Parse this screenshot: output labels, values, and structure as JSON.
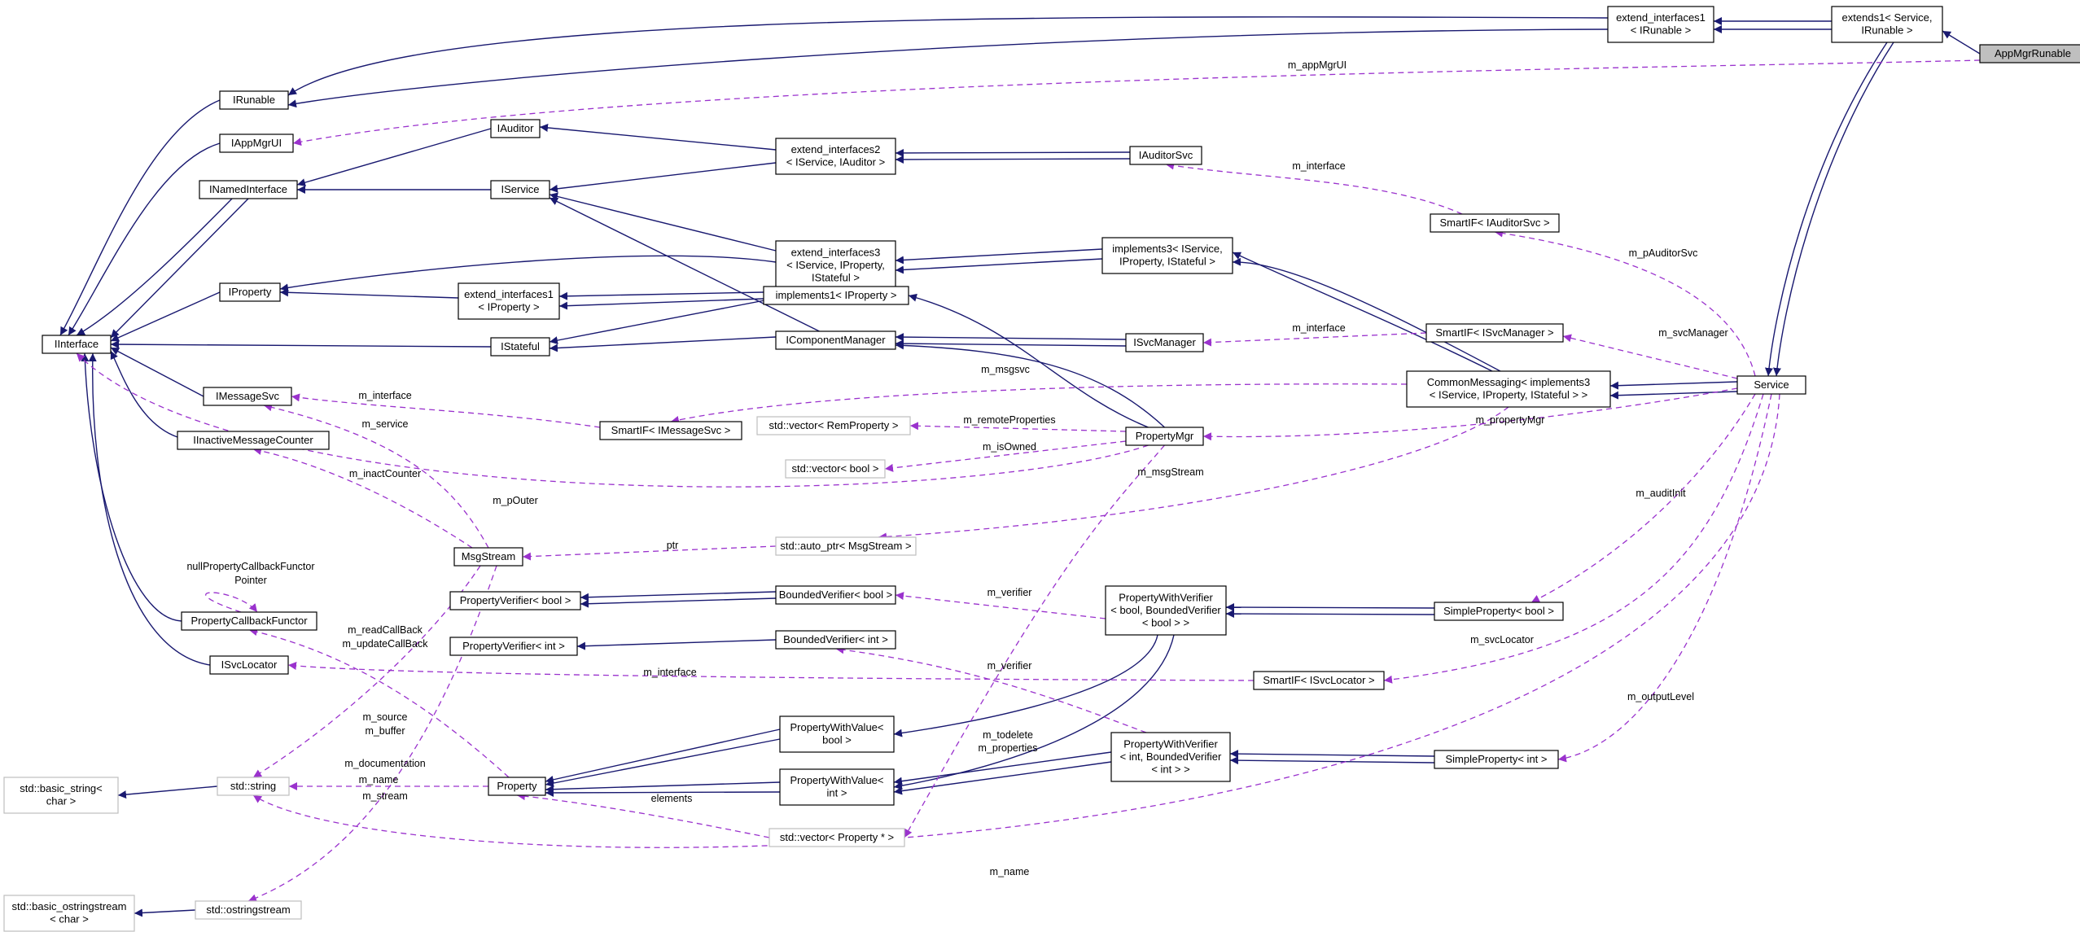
{
  "nodes": [
    {
      "id": "apprunable",
      "lines": [
        "AppMgrRunable"
      ],
      "hl": true
    },
    {
      "id": "ext1svc",
      "lines": [
        "extends1< Service,",
        "IRunable >"
      ]
    },
    {
      "id": "extif1run",
      "lines": [
        "extend_interfaces1",
        "< IRunable >"
      ]
    },
    {
      "id": "irunable",
      "lines": [
        "IRunable"
      ]
    },
    {
      "id": "iappmgrui",
      "lines": [
        "IAppMgrUI"
      ]
    },
    {
      "id": "iauditor",
      "lines": [
        "IAuditor"
      ]
    },
    {
      "id": "inamedif",
      "lines": [
        "INamedInterface"
      ]
    },
    {
      "id": "iservice",
      "lines": [
        "IService"
      ]
    },
    {
      "id": "extif2",
      "lines": [
        "extend_interfaces2",
        "< IService, IAuditor >"
      ]
    },
    {
      "id": "iauditorsvc",
      "lines": [
        "IAuditorSvc"
      ]
    },
    {
      "id": "sifauditor",
      "lines": [
        "SmartIF< IAuditorSvc >"
      ]
    },
    {
      "id": "extif3",
      "lines": [
        "extend_interfaces3",
        "< IService, IProperty,",
        "IStateful >"
      ]
    },
    {
      "id": "impl3",
      "lines": [
        "implements3< IService,",
        "IProperty, IStateful >"
      ]
    },
    {
      "id": "iproperty",
      "lines": [
        "IProperty"
      ]
    },
    {
      "id": "extif1prop",
      "lines": [
        "extend_interfaces1",
        "< IProperty >"
      ]
    },
    {
      "id": "impl1",
      "lines": [
        "implements1< IProperty >"
      ]
    },
    {
      "id": "iinterface",
      "lines": [
        "IInterface"
      ]
    },
    {
      "id": "istateful",
      "lines": [
        "IStateful"
      ]
    },
    {
      "id": "icompmgr",
      "lines": [
        "IComponentManager"
      ]
    },
    {
      "id": "isvcmgr",
      "lines": [
        "ISvcManager"
      ]
    },
    {
      "id": "sifsvcmgr",
      "lines": [
        "SmartIF< ISvcManager >"
      ]
    },
    {
      "id": "commsg",
      "lines": [
        "CommonMessaging< implements3",
        "< IService, IProperty, IStateful > >"
      ]
    },
    {
      "id": "service",
      "lines": [
        "Service"
      ]
    },
    {
      "id": "imsgsvc",
      "lines": [
        "IMessageSvc"
      ]
    },
    {
      "id": "sifmsgsvc",
      "lines": [
        "SmartIF< IMessageSvc >"
      ]
    },
    {
      "id": "vecremprop",
      "lines": [
        "std::vector< RemProperty >"
      ],
      "ext": true
    },
    {
      "id": "propmgr",
      "lines": [
        "PropertyMgr"
      ]
    },
    {
      "id": "iinactive",
      "lines": [
        "IInactiveMessageCounter"
      ]
    },
    {
      "id": "vecbool",
      "lines": [
        "std::vector< bool >"
      ],
      "ext": true
    },
    {
      "id": "msgstream",
      "lines": [
        "MsgStream"
      ]
    },
    {
      "id": "autoptr",
      "lines": [
        "std::auto_ptr< MsgStream >"
      ],
      "ext": true
    },
    {
      "id": "propcbf",
      "lines": [
        "PropertyCallbackFunctor"
      ]
    },
    {
      "id": "pvbool",
      "lines": [
        "PropertyVerifier< bool >"
      ]
    },
    {
      "id": "bvbool",
      "lines": [
        "BoundedVerifier< bool >"
      ]
    },
    {
      "id": "pwvbool",
      "lines": [
        "PropertyWithVerifier",
        "< bool, BoundedVerifier",
        "< bool > >"
      ]
    },
    {
      "id": "spbool",
      "lines": [
        "SimpleProperty< bool >"
      ]
    },
    {
      "id": "pvint",
      "lines": [
        "PropertyVerifier< int >"
      ]
    },
    {
      "id": "bvint",
      "lines": [
        "BoundedVerifier< int >"
      ]
    },
    {
      "id": "isvcloc",
      "lines": [
        "ISvcLocator"
      ]
    },
    {
      "id": "sifsvcloc",
      "lines": [
        "SmartIF< ISvcLocator >"
      ]
    },
    {
      "id": "pwvalbool",
      "lines": [
        "PropertyWithValue<",
        "bool >"
      ]
    },
    {
      "id": "pwvint",
      "lines": [
        "PropertyWithVerifier",
        "< int, BoundedVerifier",
        "< int > >"
      ]
    },
    {
      "id": "spint",
      "lines": [
        "SimpleProperty< int >"
      ]
    },
    {
      "id": "basicstr",
      "lines": [
        "std::basic_string<",
        "char >"
      ],
      "ext": true
    },
    {
      "id": "stdstring",
      "lines": [
        "std::string"
      ],
      "ext": true
    },
    {
      "id": "property",
      "lines": [
        "Property"
      ]
    },
    {
      "id": "pwvalint",
      "lines": [
        "PropertyWithValue<",
        "int >"
      ]
    },
    {
      "id": "vecprop",
      "lines": [
        "std::vector< Property * >"
      ],
      "ext": true
    },
    {
      "id": "basicostr",
      "lines": [
        "std::basic_ostringstream",
        "< char >"
      ],
      "ext": true
    },
    {
      "id": "ostrstream",
      "lines": [
        "std::ostringstream"
      ],
      "ext": true
    }
  ],
  "edge_labels": [
    {
      "id": "l_appmgrui",
      "text": "m_appMgrUI"
    },
    {
      "id": "l_interface_aud",
      "text": "m_interface"
    },
    {
      "id": "l_pauditorsvc",
      "text": "m_pAuditorSvc"
    },
    {
      "id": "l_interface_svcmgr",
      "text": "m_interface"
    },
    {
      "id": "l_svcmanager",
      "text": "m_svcManager"
    },
    {
      "id": "l_msgsvc",
      "text": "m_msgsvc"
    },
    {
      "id": "l_interface_msg",
      "text": "m_interface"
    },
    {
      "id": "l_service",
      "text": "m_service"
    },
    {
      "id": "l_remoteprops",
      "text": "m_remoteProperties"
    },
    {
      "id": "l_propertymgr",
      "text": "m_propertyMgr"
    },
    {
      "id": "l_isowned",
      "text": "m_isOwned"
    },
    {
      "id": "l_msgstream",
      "text": "m_msgStream"
    },
    {
      "id": "l_inactcounter",
      "text": "m_inactCounter"
    },
    {
      "id": "l_pouter",
      "text": "m_pOuter"
    },
    {
      "id": "l_auditinit",
      "text": "m_auditInit"
    },
    {
      "id": "l_ptr",
      "text": "ptr"
    },
    {
      "id": "l_verifier1",
      "text": "m_verifier"
    },
    {
      "id": "l_readcb",
      "text": "m_readCallBack"
    },
    {
      "id": "l_updatecb",
      "text": "m_updateCallBack"
    },
    {
      "id": "l_svclocator",
      "text": "m_svcLocator"
    },
    {
      "id": "l_verifier2",
      "text": "m_verifier"
    },
    {
      "id": "l_interface_loc",
      "text": "m_interface"
    },
    {
      "id": "l_outputlevel",
      "text": "m_outputLevel"
    },
    {
      "id": "l_source",
      "text": "m_source"
    },
    {
      "id": "l_buffer",
      "text": "m_buffer"
    },
    {
      "id": "l_todelete",
      "text": "m_todelete"
    },
    {
      "id": "l_properties",
      "text": "m_properties"
    },
    {
      "id": "l_documentation",
      "text": "m_documentation"
    },
    {
      "id": "l_name1",
      "text": "m_name"
    },
    {
      "id": "l_stream",
      "text": "m_stream"
    },
    {
      "id": "l_elements",
      "text": "elements"
    },
    {
      "id": "l_name2",
      "text": "m_name"
    },
    {
      "id": "l_nullcb",
      "text": "nullPropertyCallbackFunctor"
    },
    {
      "id": "l_pointer",
      "text": "Pointer"
    }
  ],
  "colors": {
    "inheritance": "#191970",
    "usage": "#9a32cd",
    "highlight_fill": "#bfbfbf",
    "external_border": "#bfbfbf"
  }
}
